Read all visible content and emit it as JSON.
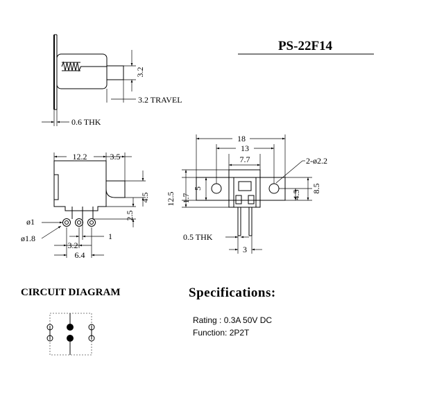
{
  "title": "PS-22F14",
  "side_view": {
    "height_dim": "3.2",
    "travel_dim": "3.2 TRAVEL",
    "plate_thickness": "0.6 THK"
  },
  "front_view": {
    "body_width": "12.2",
    "actuator_width": "3.5",
    "actuator_height": "4.5",
    "pin_standoff": "2.5",
    "pin_diameter": "ø1",
    "pad_diameter": "ø1.8",
    "pin_pitch": "3.2",
    "pin_span": "6.4",
    "pin_offset": "1"
  },
  "top_view": {
    "overall_width": "18",
    "hole_spacing": "13",
    "body_width": "7.7",
    "mount_holes": "2-ø2.2",
    "overall_height": "12.5",
    "offset_1_7": "1.7",
    "bracket_height": "5",
    "hole_height": "4.5",
    "bracket_overall": "8.5",
    "terminal_thickness": "0.5 THK",
    "terminal_spacing": "3"
  },
  "circuit_diagram": {
    "heading": "CIRCUIT DIAGRAM"
  },
  "specifications": {
    "heading": "Specifications:",
    "rating": "Rating : 0.3A 50V DC",
    "function": "Function: 2P2T"
  }
}
